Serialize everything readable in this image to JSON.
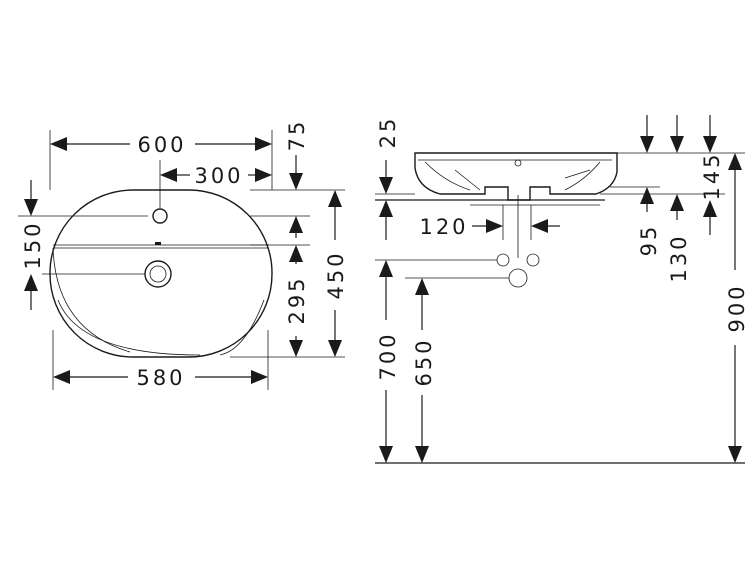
{
  "dimensions": {
    "top_width": "600",
    "tap_offset": "300",
    "top_offset": "75",
    "tap_to_drain": "150",
    "drain_to_back": "295",
    "depth": "450",
    "bottom_width": "580",
    "rim_height": "25",
    "overflow_to_drain": "120",
    "drain_height": "95",
    "trap_height": "130",
    "basin_height": "145",
    "supply_height_a": "700",
    "supply_height_b": "650",
    "counter_height": "900"
  }
}
